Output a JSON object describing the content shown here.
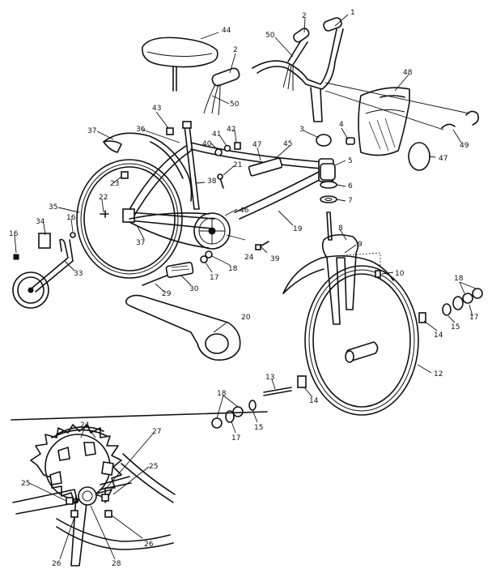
{
  "diagram": {
    "parts": [
      {
        "id": "p1",
        "label": "1"
      },
      {
        "id": "p2a",
        "label": "2"
      },
      {
        "id": "p2b",
        "label": "2"
      },
      {
        "id": "p3",
        "label": "3"
      },
      {
        "id": "p4",
        "label": "4"
      },
      {
        "id": "p5",
        "label": "5"
      },
      {
        "id": "p6",
        "label": "6"
      },
      {
        "id": "p7",
        "label": "7"
      },
      {
        "id": "p8",
        "label": "8"
      },
      {
        "id": "p9",
        "label": "9"
      },
      {
        "id": "p10",
        "label": "10"
      },
      {
        "id": "p12",
        "label": "12"
      },
      {
        "id": "p13",
        "label": "13"
      },
      {
        "id": "p14a",
        "label": "14"
      },
      {
        "id": "p14b",
        "label": "14"
      },
      {
        "id": "p15a",
        "label": "15"
      },
      {
        "id": "p15b",
        "label": "15"
      },
      {
        "id": "p16a",
        "label": "16"
      },
      {
        "id": "p16b",
        "label": "16"
      },
      {
        "id": "p17a",
        "label": "17"
      },
      {
        "id": "p17b",
        "label": "17"
      },
      {
        "id": "p17c",
        "label": "17"
      },
      {
        "id": "p18a",
        "label": "18"
      },
      {
        "id": "p18b",
        "label": "18"
      },
      {
        "id": "p18c",
        "label": "18"
      },
      {
        "id": "p19",
        "label": "19"
      },
      {
        "id": "p20",
        "label": "20"
      },
      {
        "id": "p21",
        "label": "21"
      },
      {
        "id": "p22",
        "label": "22"
      },
      {
        "id": "p23",
        "label": "23"
      },
      {
        "id": "p24a",
        "label": "24"
      },
      {
        "id": "p24b",
        "label": "24"
      },
      {
        "id": "p25a",
        "label": "25"
      },
      {
        "id": "p25b",
        "label": "25"
      },
      {
        "id": "p26a",
        "label": "26"
      },
      {
        "id": "p26b",
        "label": "26"
      },
      {
        "id": "p27",
        "label": "27"
      },
      {
        "id": "p28",
        "label": "28"
      },
      {
        "id": "p29",
        "label": "29"
      },
      {
        "id": "p30",
        "label": "30"
      },
      {
        "id": "p33",
        "label": "33"
      },
      {
        "id": "p34",
        "label": "34"
      },
      {
        "id": "p35",
        "label": "35"
      },
      {
        "id": "p36",
        "label": "36"
      },
      {
        "id": "p37a",
        "label": "37"
      },
      {
        "id": "p37b",
        "label": "37"
      },
      {
        "id": "p38",
        "label": "38"
      },
      {
        "id": "p39",
        "label": "39"
      },
      {
        "id": "p40",
        "label": "40"
      },
      {
        "id": "p41",
        "label": "41"
      },
      {
        "id": "p42",
        "label": "42"
      },
      {
        "id": "p43",
        "label": "43"
      },
      {
        "id": "p44",
        "label": "44"
      },
      {
        "id": "p45",
        "label": "45"
      },
      {
        "id": "p46",
        "label": "46"
      },
      {
        "id": "p47a",
        "label": "47"
      },
      {
        "id": "p47b",
        "label": "47"
      },
      {
        "id": "p48",
        "label": "48"
      },
      {
        "id": "p49",
        "label": "49"
      },
      {
        "id": "p50a",
        "label": "50"
      },
      {
        "id": "p50b",
        "label": "50"
      }
    ]
  }
}
